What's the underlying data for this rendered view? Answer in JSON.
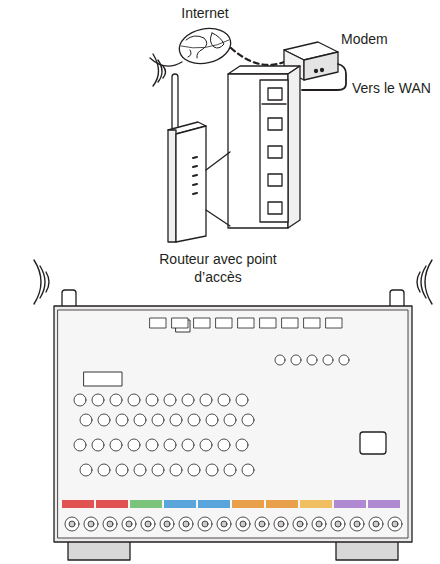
{
  "diagram": {
    "labels": [
      "Internet",
      "Modem",
      "Vers le WAN",
      "Routeur avec point d’accès"
    ]
  }
}
